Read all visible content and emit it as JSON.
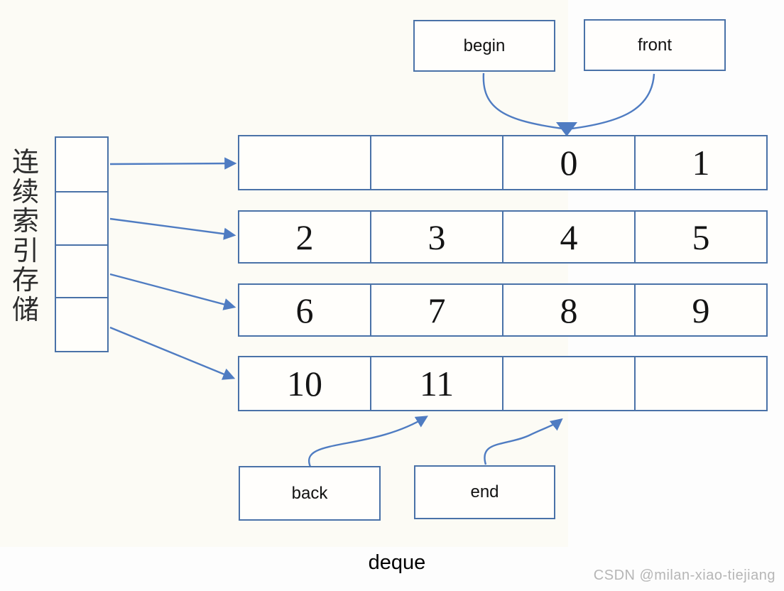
{
  "diagram": {
    "title": "deque",
    "watermark": "CSDN @milan-xiao-tiejiang",
    "side_label": {
      "text": "连续索引存储",
      "chars": [
        "连",
        "续",
        "索",
        "引",
        "存",
        "储"
      ]
    },
    "pointers": {
      "begin": "begin",
      "front": "front",
      "back": "back",
      "end": "end"
    },
    "index_column": {
      "cell_count": 4
    },
    "grid": {
      "rows": [
        {
          "cells": [
            "",
            "",
            "0",
            "1"
          ]
        },
        {
          "cells": [
            "2",
            "3",
            "4",
            "5"
          ]
        },
        {
          "cells": [
            "6",
            "7",
            "8",
            "9"
          ]
        },
        {
          "cells": [
            "10",
            "11",
            "",
            ""
          ]
        }
      ]
    },
    "colors": {
      "box_border": "#4a72a8",
      "arrow": "#4f7cc2",
      "number_text": "#141414",
      "watermark_text": "#b6b6b6"
    }
  }
}
